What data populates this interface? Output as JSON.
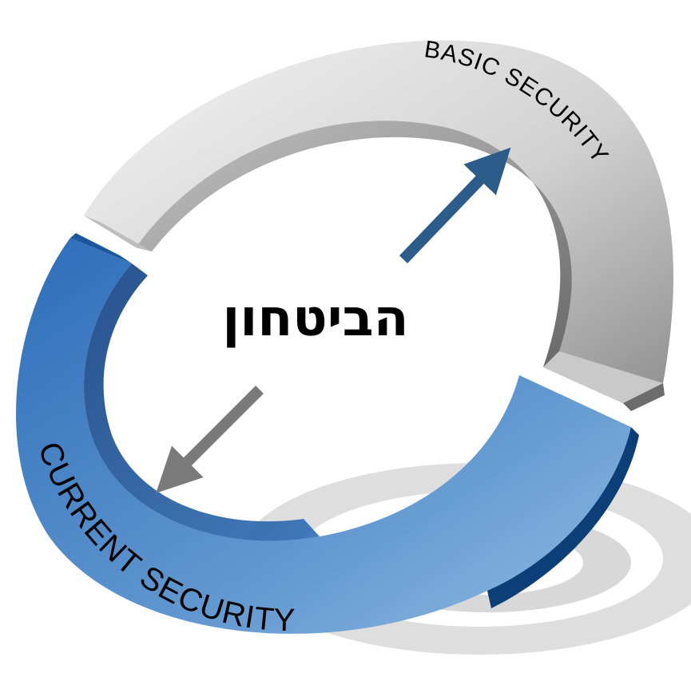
{
  "diagram": {
    "center_label": "הביטחון",
    "segments": [
      {
        "id": "basic",
        "label": "BASIC SECURITY"
      },
      {
        "id": "current",
        "label": "CURRENT SECURITY"
      }
    ],
    "arrows": [
      {
        "id": "to-basic",
        "direction": "up-right",
        "color": "#2b5c8a"
      },
      {
        "id": "to-current",
        "direction": "down-left",
        "color": "#7a7a7a"
      }
    ],
    "colors": {
      "basic_ring_light": "#ededed",
      "basic_ring_dark": "#8c8c8c",
      "current_ring_light": "#7fb0dc",
      "current_ring_dark": "#1a5fae",
      "current_ring_edge": "#0c3f78",
      "shadow": "#c9c9c9",
      "text": "#000000"
    }
  }
}
